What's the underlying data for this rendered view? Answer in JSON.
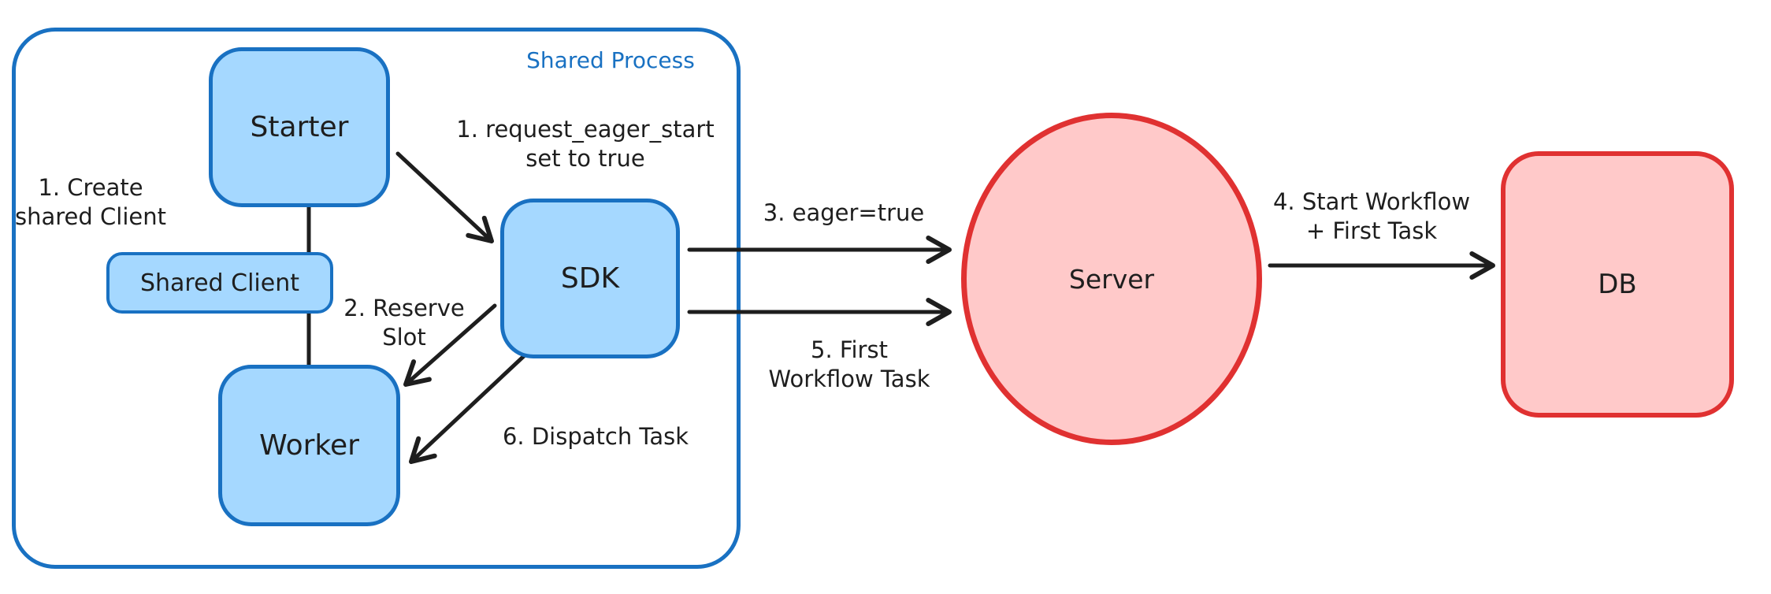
{
  "diagram": {
    "container": {
      "label": "Shared Process"
    },
    "nodes": {
      "starter": "Starter",
      "shared_client": "Shared Client",
      "worker": "Worker",
      "sdk": "SDK",
      "server": "Server",
      "db": "DB"
    },
    "annotations": {
      "create_shared_client": "1. Create\nshared Client",
      "request_eager_start": "1. request_eager_start\nset to true",
      "reserve_slot": "2. Reserve\nSlot",
      "eager_true": "3. eager=true",
      "start_workflow": "4. Start Workflow\n+ First Task",
      "first_workflow_task": "5. First\nWorkflow Task",
      "dispatch_task": "6. Dispatch Task"
    },
    "colors": {
      "blue_stroke": "#1971c2",
      "blue_fill": "#a5d8ff",
      "red_stroke": "#e03131",
      "red_fill": "#ffc9c9",
      "line": "#1e1e1e"
    }
  }
}
